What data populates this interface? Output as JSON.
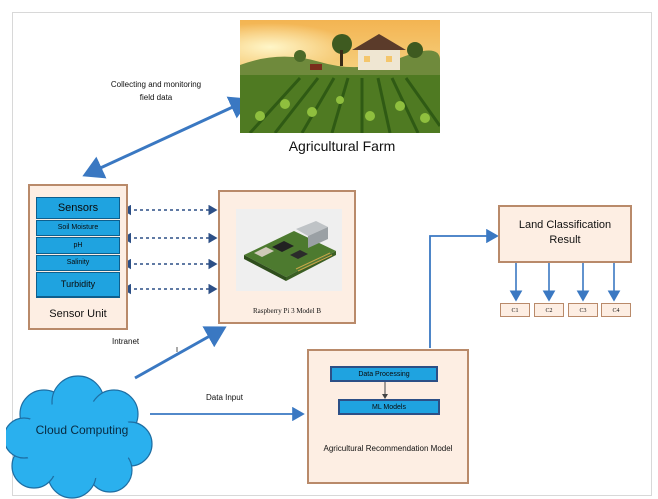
{
  "farm": {
    "label": "Agricultural Farm",
    "collect_label": "Collecting and monitoring field data"
  },
  "sensor_unit": {
    "title": "Sensor Unit",
    "sensors_header": "Sensors",
    "items": [
      "Soil Moisture",
      "pH",
      "Salinity",
      "Turbidity"
    ]
  },
  "raspberry": {
    "label": "Raspberry Pi 3 Model B"
  },
  "links": {
    "intranet": "Intranet",
    "data_input": "Data Input"
  },
  "cloud": {
    "label": "Cloud Computing"
  },
  "recommendation": {
    "title": "Agricultural Recommendation Model",
    "data_processing": "Data Processing",
    "ml_models": "ML Models"
  },
  "land": {
    "title": "Land Classification Result",
    "classes": [
      "C1",
      "C2",
      "C3",
      "C4"
    ]
  },
  "colors": {
    "arrow_blue": "#3a78c2",
    "box_fill": "#fdeee3",
    "box_border": "#b98a6a",
    "sensor_blue": "#1fa3e0",
    "cloud_blue": "#2ab0ee"
  }
}
